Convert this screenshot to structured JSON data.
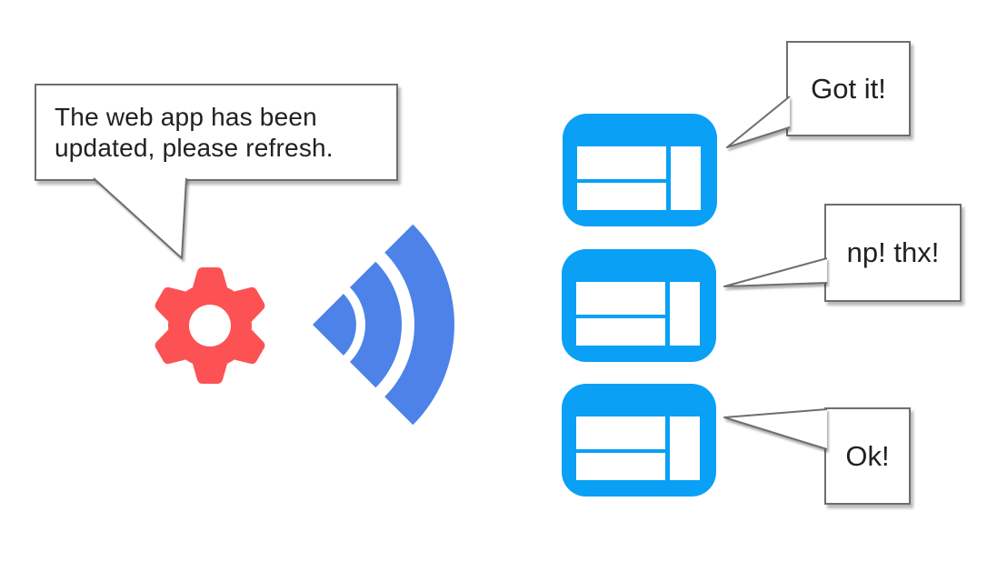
{
  "colors": {
    "server_gear": "#FC5254",
    "broadcast_signal": "#4D82E8",
    "client_window": "#09A0F6",
    "bubble_border": "#6E6E6E",
    "bubble_fill": "#FFFFFF",
    "text": "#202124",
    "background": "#FFFFFF"
  },
  "server": {
    "icon": "gear-icon",
    "bubble_text": "The web app has been updated, please refresh."
  },
  "broadcast": {
    "icon": "wifi-broadcast-icon"
  },
  "clients": [
    {
      "icon": "web-app-window-icon",
      "reply": "Got it!"
    },
    {
      "icon": "web-app-window-icon",
      "reply": "np! thx!"
    },
    {
      "icon": "web-app-window-icon",
      "reply": "Ok!"
    }
  ]
}
